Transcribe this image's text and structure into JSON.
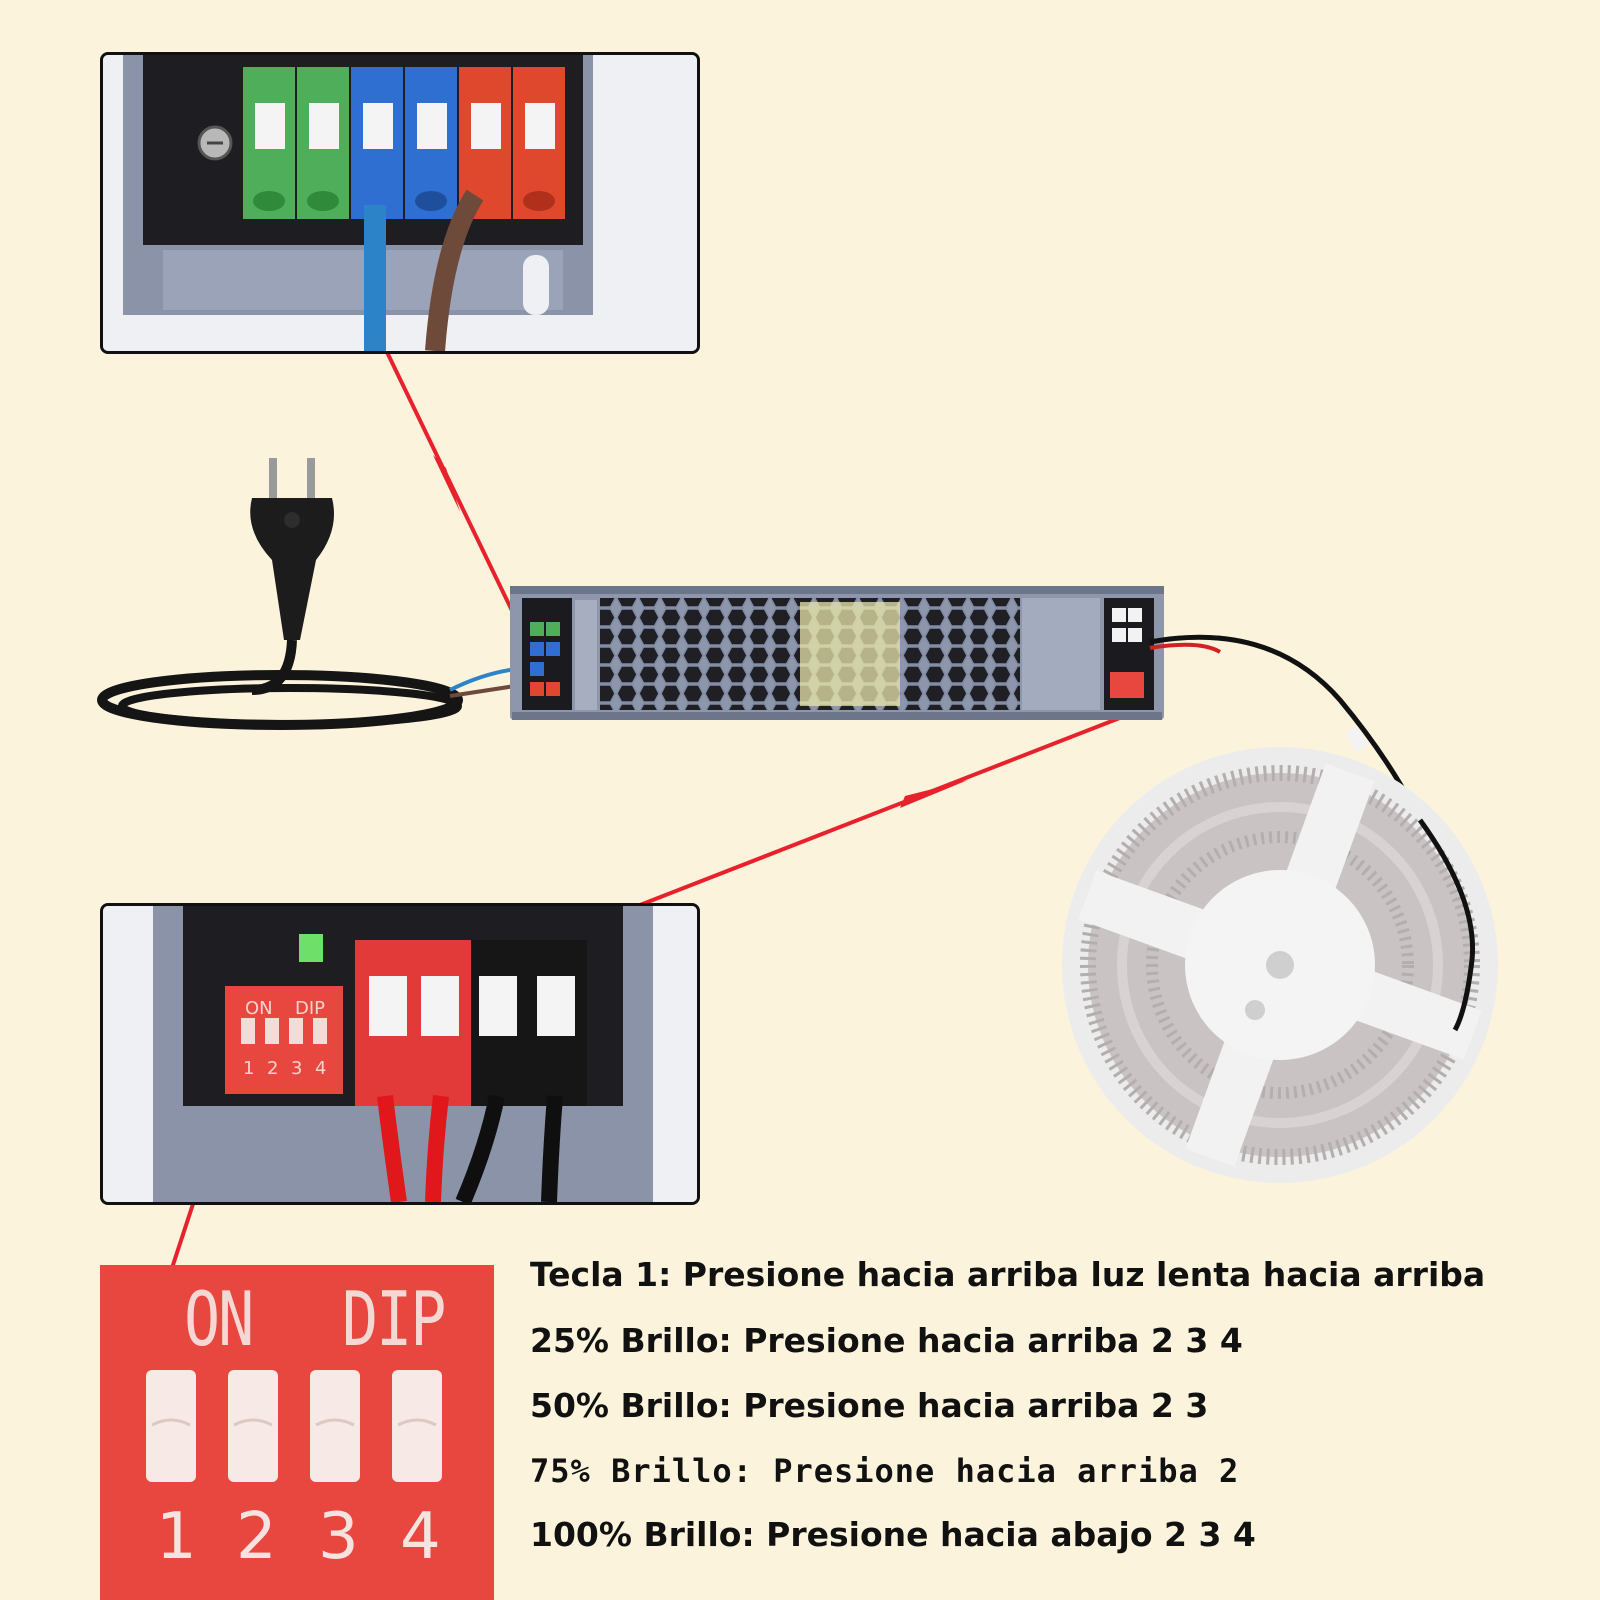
{
  "instructions": [
    {
      "text": "Tecla 1: Presione hacia arriba luz lenta hacia arriba"
    },
    {
      "text": "25% Brillo: Presione hacia arriba 2 3 4"
    },
    {
      "text": "50% Brillo: Presione hacia arriba 2 3"
    },
    {
      "text": "75% Brillo: Presione hacia arriba 2"
    },
    {
      "text": "100% Brillo: Presione hacia abajo 2 3 4"
    }
  ],
  "dip_switch": {
    "on_label": "ON",
    "dip_label": "DIP",
    "numbers": [
      "1",
      "2",
      "3",
      "4"
    ]
  },
  "colors": {
    "background": "#fbf3dc",
    "arrow": "#e8222c",
    "dip_red": "#e8473f"
  }
}
